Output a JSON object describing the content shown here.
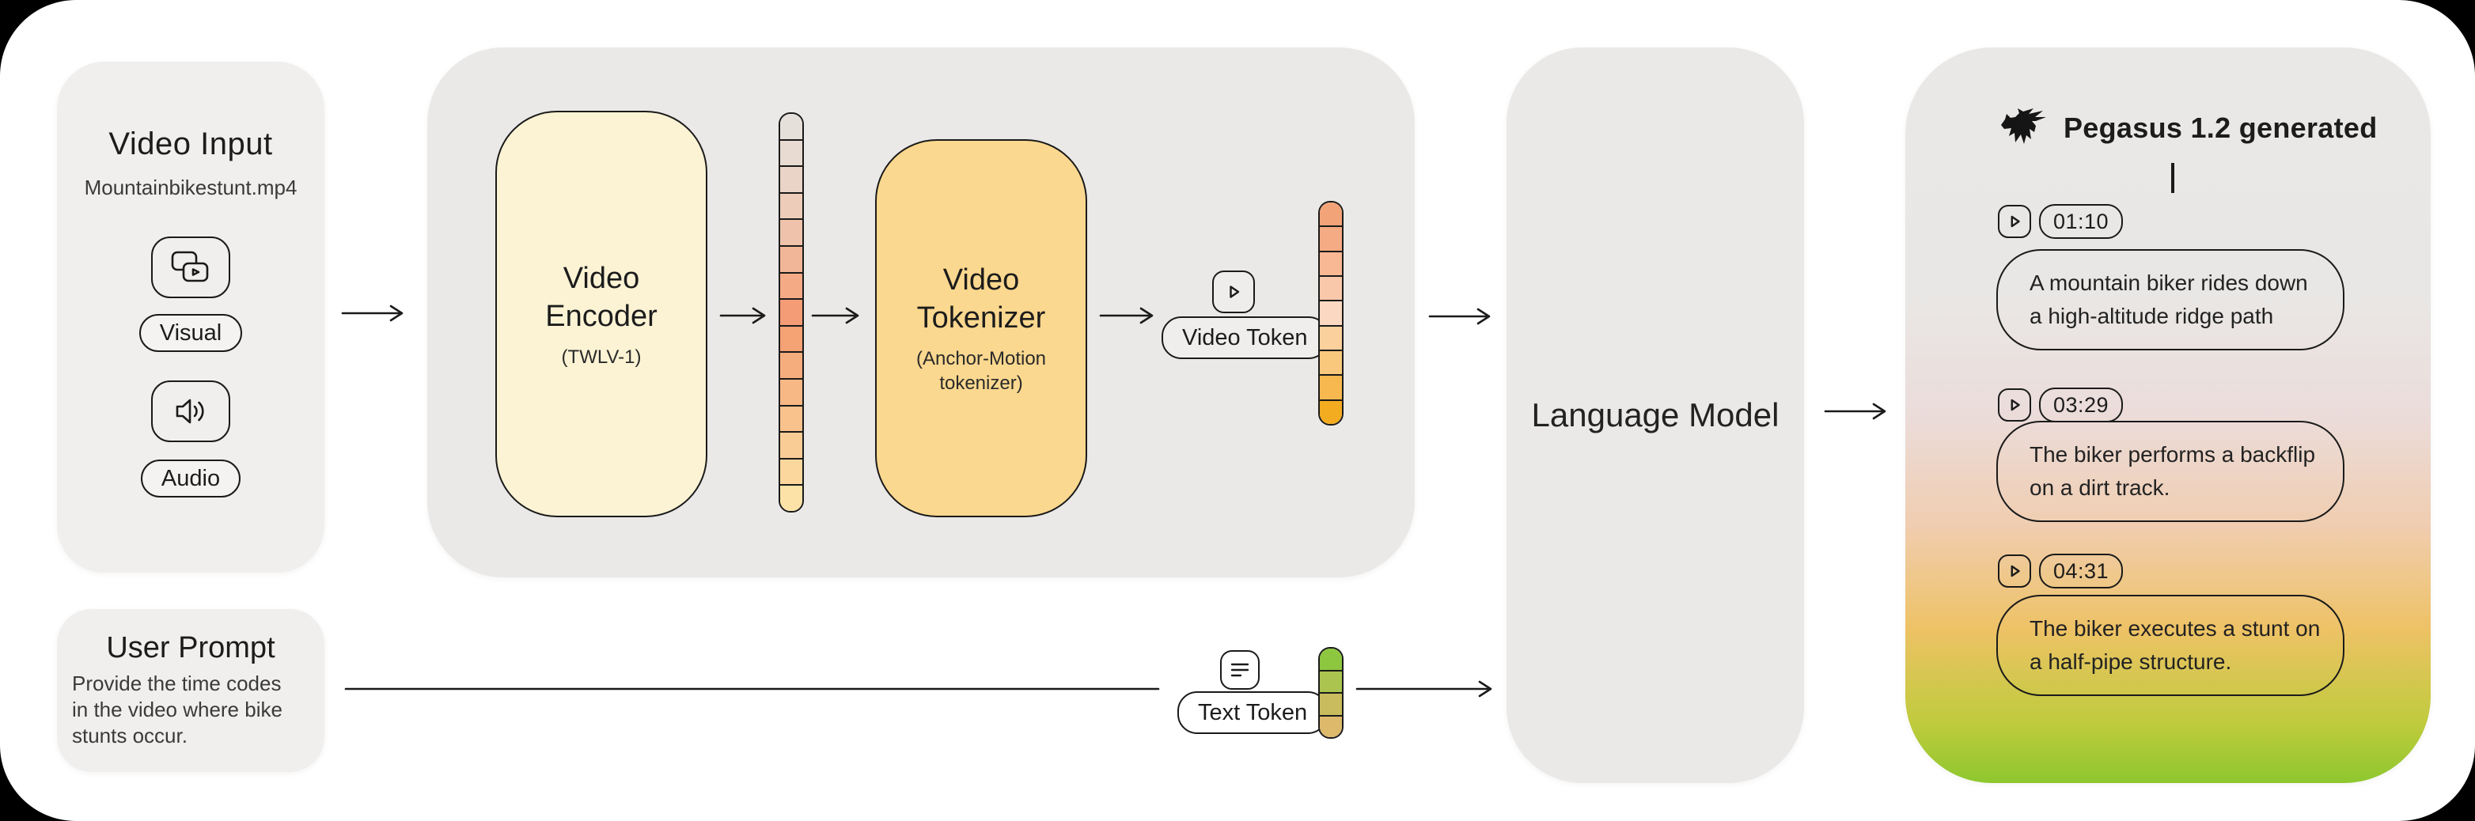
{
  "colors": {
    "page_bg": "#000000",
    "canvas_bg": "#FFFFFF",
    "panel_gray": "#F0EFED",
    "container_gray": "#EAE9E7",
    "ink": "#1A1A1A",
    "encoder_fill": "#FCF3D4",
    "tokenizer_fill": "#FBD88F"
  },
  "video_input": {
    "title": "Video Input",
    "filename": "Mountainbikestunt.mp4",
    "visual_label": "Visual",
    "audio_label": "Audio"
  },
  "user_prompt": {
    "title": "User Prompt",
    "body": "Provide the time codes\nin the video where bike\nstunts occur."
  },
  "encoder": {
    "title": "Video Encoder",
    "subtitle": "(TWLV-1)"
  },
  "tokenizer": {
    "title": "Video Tokenizer",
    "subtitle": "(Anchor-Motion\ntokenizer)"
  },
  "video_token": {
    "label": "Video Token"
  },
  "text_token": {
    "label": "Text Token"
  },
  "language_model": {
    "label": "Language Model"
  },
  "output": {
    "header": "Pegasus 1.2 generated",
    "gradient": [
      "#E9E8E6",
      "#E9E7E5",
      "#EBDCDA",
      "#F0CDB0",
      "#EEC266",
      "#BFCB3C",
      "#8DC72E"
    ],
    "rows": [
      {
        "time": "01:10",
        "text": "A mountain biker rides down\na high-altitude ridge path"
      },
      {
        "time": "03:29",
        "text": "The biker performs a backflip\non a dirt track."
      },
      {
        "time": "04:31",
        "text": "The biker executes a stunt on\na half-pipe structure."
      }
    ]
  },
  "strips": {
    "encoder_out": [
      "#E6E0DA",
      "#E8DBD2",
      "#EAD4C7",
      "#EDCDBA",
      "#EFC3AB",
      "#F1B697",
      "#F3AA85",
      "#F49C76",
      "#F5A275",
      "#F6AD7D",
      "#F8B886",
      "#F9C28D",
      "#FACC95",
      "#FBD79D",
      "#FCE2A6"
    ],
    "video_tokens": [
      "#F3A378",
      "#F5AB83",
      "#F7B893",
      "#F9C8AB",
      "#FBD8C2",
      "#FBD09C",
      "#F9C87D",
      "#F6B84F",
      "#F3AB20"
    ],
    "text_tokens": [
      "#8DC73F",
      "#ABC450",
      "#C8BC5F",
      "#DCB96B"
    ]
  }
}
